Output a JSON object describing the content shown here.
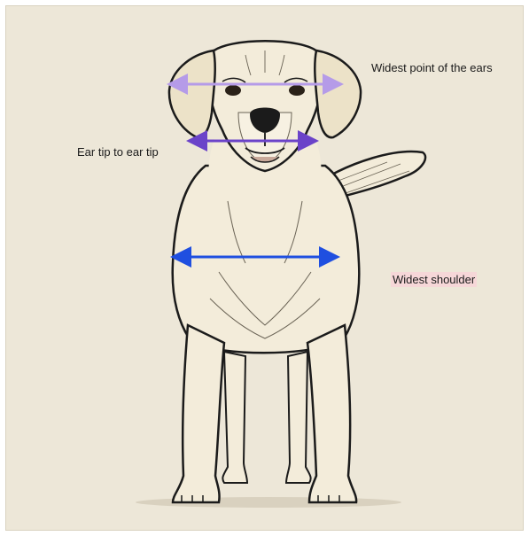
{
  "labels": {
    "ears_widest": "Widest point of the ears",
    "ear_tip": "Ear tip to ear tip",
    "shoulder": "Widest shoulder"
  },
  "colors": {
    "background": "#ede7d8",
    "arrow_ears_widest": "#b59be8",
    "arrow_ear_tip": "#6b43c9",
    "arrow_shoulder": "#1f4fe0",
    "shoulder_label_highlight": "#f6d7d8",
    "outline": "#1b1b1b",
    "fur": "#f3ecda"
  }
}
